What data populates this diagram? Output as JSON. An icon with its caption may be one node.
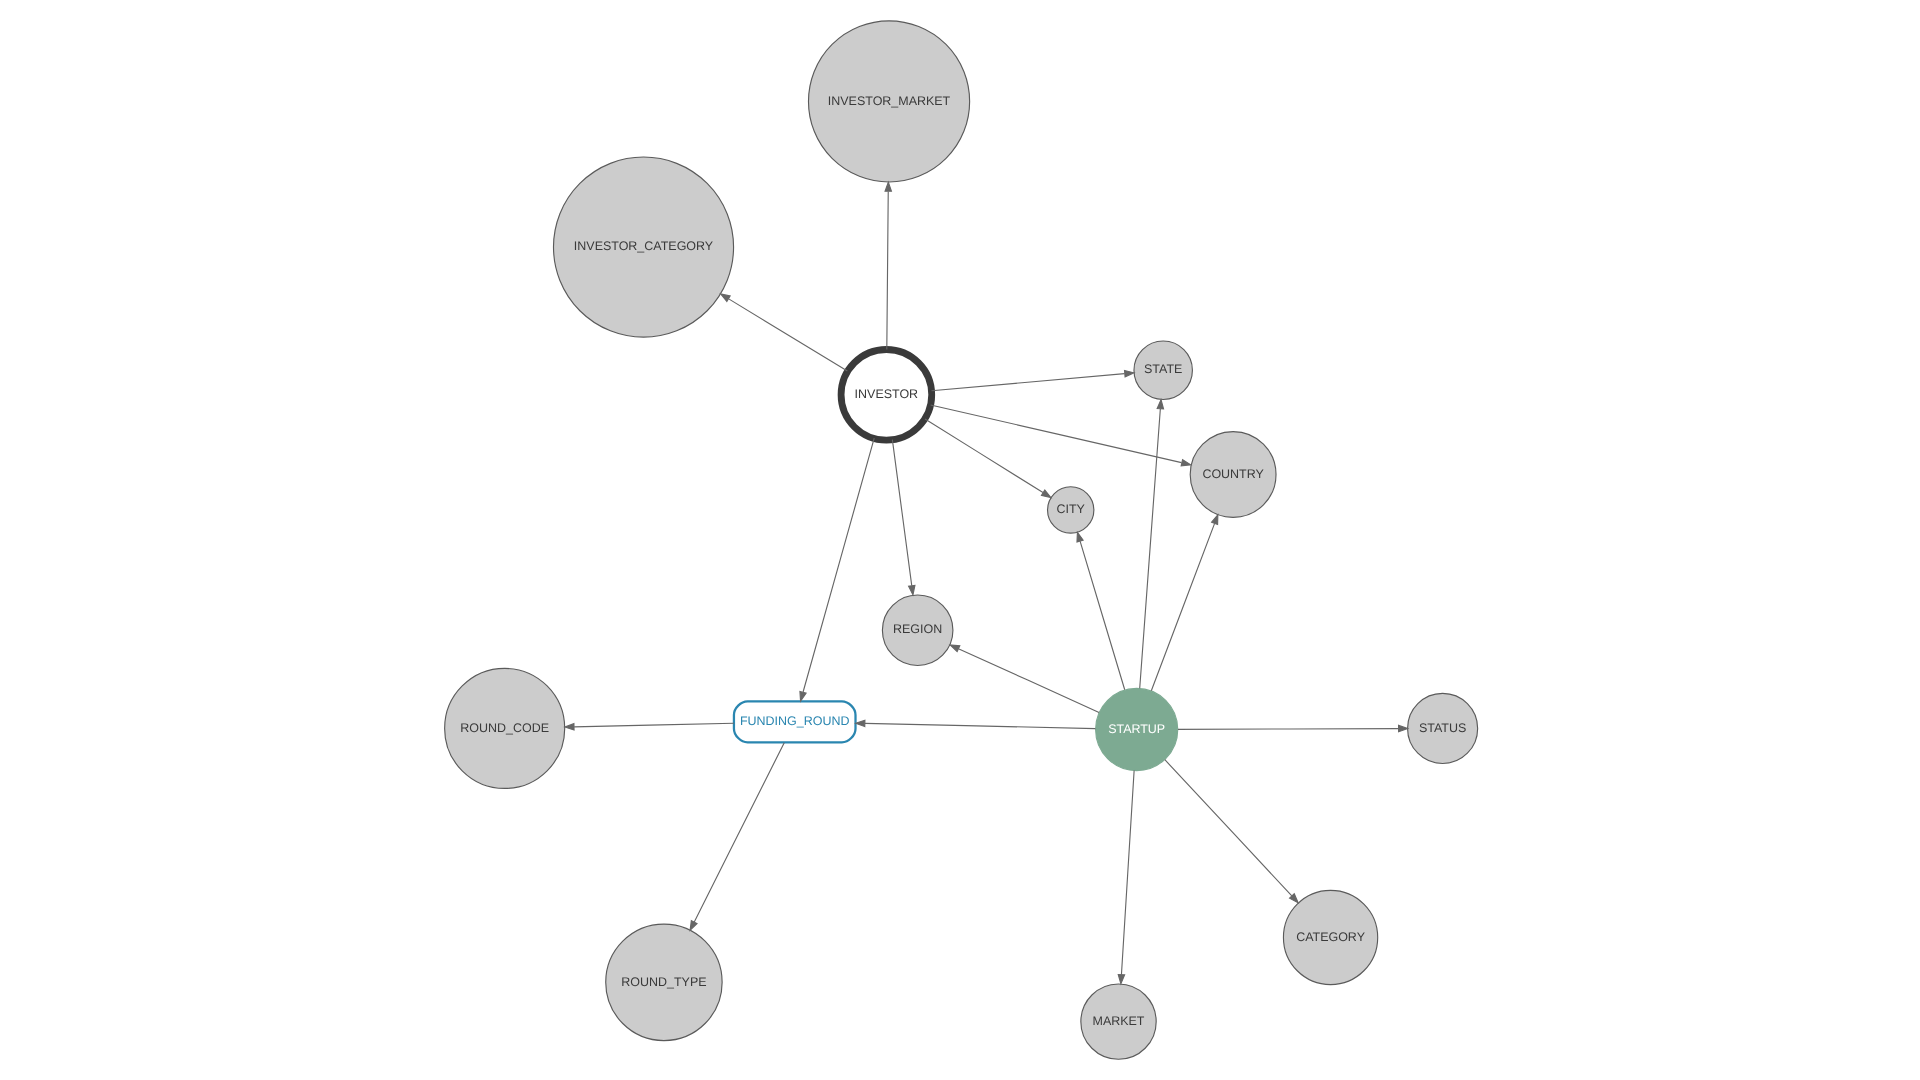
{
  "diagram": {
    "nodes": [
      {
        "text": [
          "ROUND_CODE"
        ]
      },
      {
        "text": [
          "ROUND_TYPE"
        ]
      },
      {
        "text": [
          "FUNDING_ROUND"
        ]
      },
      {
        "text": [
          "INVESTOR_CATEGORY"
        ]
      },
      {
        "text": [
          "STATUS"
        ]
      },
      {
        "text": [
          "CITY"
        ]
      },
      {
        "text": [
          "STARTUP"
        ]
      },
      {
        "text": [
          "CATEGORY"
        ]
      },
      {
        "text": [
          "COUNTRY"
        ]
      },
      {
        "text": [
          "INVESTOR"
        ]
      },
      {
        "text": [
          "MARKET"
        ]
      },
      {
        "text": [
          "REGION"
        ]
      },
      {
        "text": [
          "INVESTOR_MARKET"
        ]
      },
      {
        "text": [
          "STATE"
        ]
      }
    ],
    "edges": [
      {
        "from": 2,
        "to": 0,
        "arrow": "to"
      },
      {
        "from": 2,
        "to": 1,
        "arrow": "to"
      },
      {
        "from": 6,
        "to": 4,
        "arrow": "to"
      },
      {
        "from": 6,
        "to": 7,
        "arrow": "to"
      },
      {
        "from": 6,
        "to": 10,
        "arrow": "to"
      },
      {
        "from": 6,
        "to": 2,
        "arrow": "to"
      },
      {
        "from": 6,
        "to": 5,
        "arrow": "to"
      },
      {
        "from": 6,
        "to": 8,
        "arrow": "to"
      },
      {
        "from": 6,
        "to": 11,
        "arrow": "to"
      },
      {
        "from": 6,
        "to": 13,
        "arrow": "to"
      },
      {
        "from": 9,
        "to": 2,
        "arrow": "to"
      },
      {
        "from": 9,
        "to": 5,
        "arrow": "to"
      },
      {
        "from": 9,
        "to": 8,
        "arrow": "to"
      },
      {
        "from": 9,
        "to": 11,
        "arrow": "to"
      },
      {
        "from": 9,
        "to": 13,
        "arrow": "to"
      },
      {
        "from": 9,
        "to": 3,
        "arrow": "to"
      },
      {
        "from": 9,
        "to": 12,
        "arrow": "to"
      }
    ]
  }
}
